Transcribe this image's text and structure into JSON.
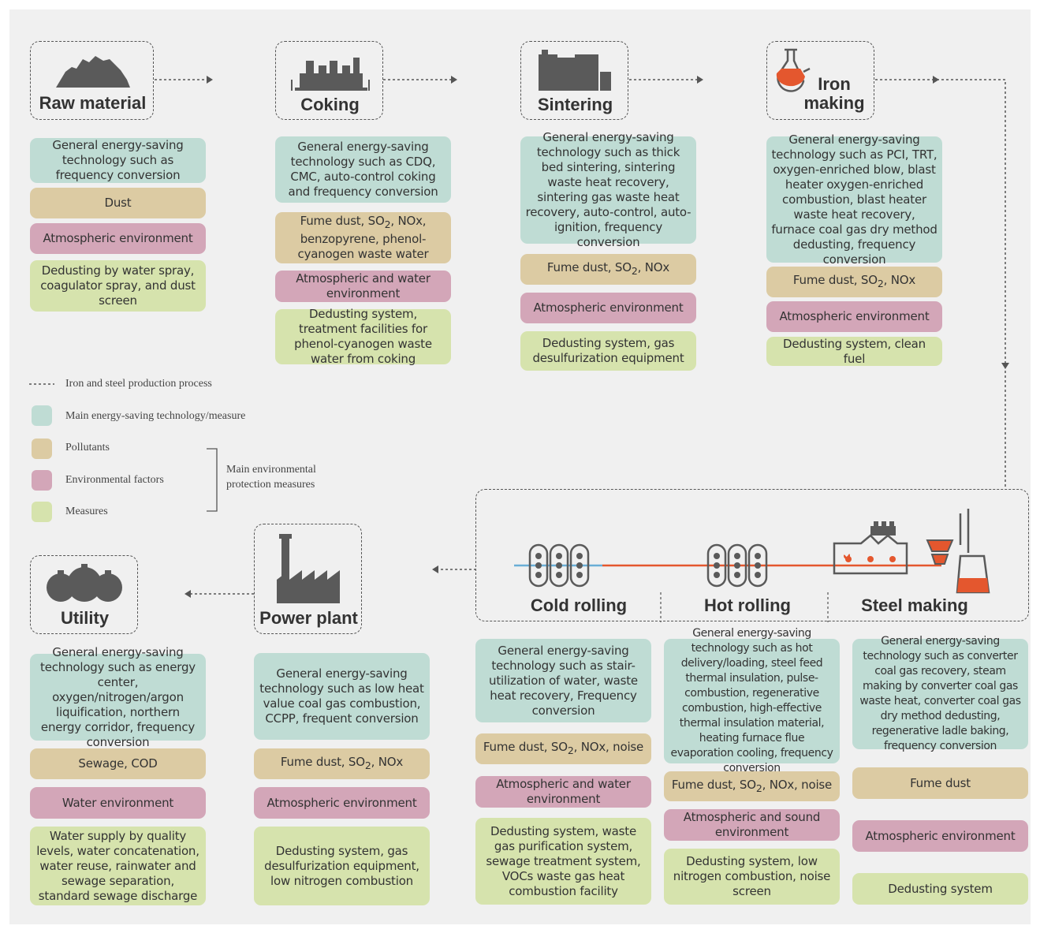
{
  "colors": {
    "tech": "#bfdcd4",
    "pollutant": "#dccba3",
    "environment": "#d3a6b8",
    "measure": "#d6e3ad",
    "icon": "#5a5a5a",
    "accent": "#e4572e",
    "water_line": "#6aaed6"
  },
  "stages": {
    "raw_material": {
      "label": "Raw material",
      "tech": "General energy-saving technology such as frequency conversion",
      "pollutant": "Dust",
      "environment": "Atmospheric environment",
      "measure": "Dedusting by water spray, coagulator spray, and dust screen"
    },
    "coking": {
      "label": "Coking",
      "tech": "General energy-saving technology such as CDQ, CMC, auto-control coking and frequency conversion",
      "pollutant_prefix": "Fume dust, SO",
      "pollutant_sub": "2",
      "pollutant_suffix": ", NOx, benzopyrene, phenol-cyanogen waste water",
      "environment": "Atmospheric and water environment",
      "measure": "Dedusting system, treatment facilities for phenol-cyanogen waste water from coking"
    },
    "sintering": {
      "label": "Sintering",
      "tech": "General energy-saving technology such as thick bed sintering, sintering waste heat recovery, sintering gas waste heat recovery, auto-control, auto-ignition, frequency conversion",
      "pollutant_prefix": "Fume dust, SO",
      "pollutant_sub": "2",
      "pollutant_suffix": ", NOx",
      "environment": "Atmospheric environment",
      "measure": "Dedusting system, gas desulfurization equipment"
    },
    "iron_making": {
      "label": "Iron making",
      "tech": "General energy-saving technology such as PCI, TRT, oxygen-enriched blow, blast heater oxygen-enriched combustion, blast heater waste heat recovery, furnace coal gas dry method dedusting, frequency conversion",
      "pollutant_prefix": "Fume dust, SO",
      "pollutant_sub": "2",
      "pollutant_suffix": ", NOx",
      "environment": "Atmospheric environment",
      "measure": "Dedusting system, clean fuel"
    },
    "steel_making": {
      "label": "Steel making",
      "tech": "General energy-saving technology such as converter coal gas recovery, steam making by converter coal gas waste heat, converter coal gas dry method dedusting, regenerative ladle baking, frequency conversion",
      "pollutant": "Fume dust",
      "environment": "Atmospheric environment",
      "measure": "Dedusting system"
    },
    "hot_rolling": {
      "label": "Hot rolling",
      "tech": "General energy-saving technology such as hot delivery/loading, steel feed thermal insulation, pulse-combustion, regenerative combustion, high-effective thermal insulation material, heating furnace flue evaporation cooling, frequency conversion",
      "pollutant_prefix": "Fume dust, SO",
      "pollutant_sub": "2",
      "pollutant_suffix": ", NOx, noise",
      "environment": "Atmospheric and sound environment",
      "measure": "Dedusting system, low nitrogen combustion, noise screen"
    },
    "cold_rolling": {
      "label": "Cold rolling",
      "tech": "General energy-saving technology such as stair-utilization of water, waste heat recovery, Frequency conversion",
      "pollutant_prefix": "Fume dust, SO",
      "pollutant_sub": "2",
      "pollutant_suffix": ", NOx, noise",
      "environment": "Atmospheric and water environment",
      "measure": "Dedusting system, waste gas purification system, sewage treatment system, VOCs waste gas heat combustion facility"
    },
    "power_plant": {
      "label": "Power plant",
      "tech": "General energy-saving technology such as low heat value coal gas combustion, CCPP, frequent conversion",
      "pollutant_prefix": "Fume dust, SO",
      "pollutant_sub": "2",
      "pollutant_suffix": ", NOx",
      "environment": "Atmospheric environment",
      "measure": "Dedusting system, gas desulfurization equipment, low nitrogen combustion"
    },
    "utility": {
      "label": "Utility",
      "tech": "General energy-saving technology such as energy center, oxygen/nitrogen/argon liquification, northern energy corridor, frequency conversion",
      "pollutant": "Sewage, COD",
      "environment": "Water environment",
      "measure": "Water supply by quality levels, water concatenation, water reuse, rainwater and sewage separation, standard sewage discharge"
    }
  },
  "legend": {
    "process": "Iron and steel production process",
    "tech": "Main energy-saving technology/measure",
    "pollutants": "Pollutants",
    "environmental_factors": "Environmental factors",
    "measures": "Measures",
    "bracket_label_line1": "Main environmental",
    "bracket_label_line2": "protection measures"
  }
}
